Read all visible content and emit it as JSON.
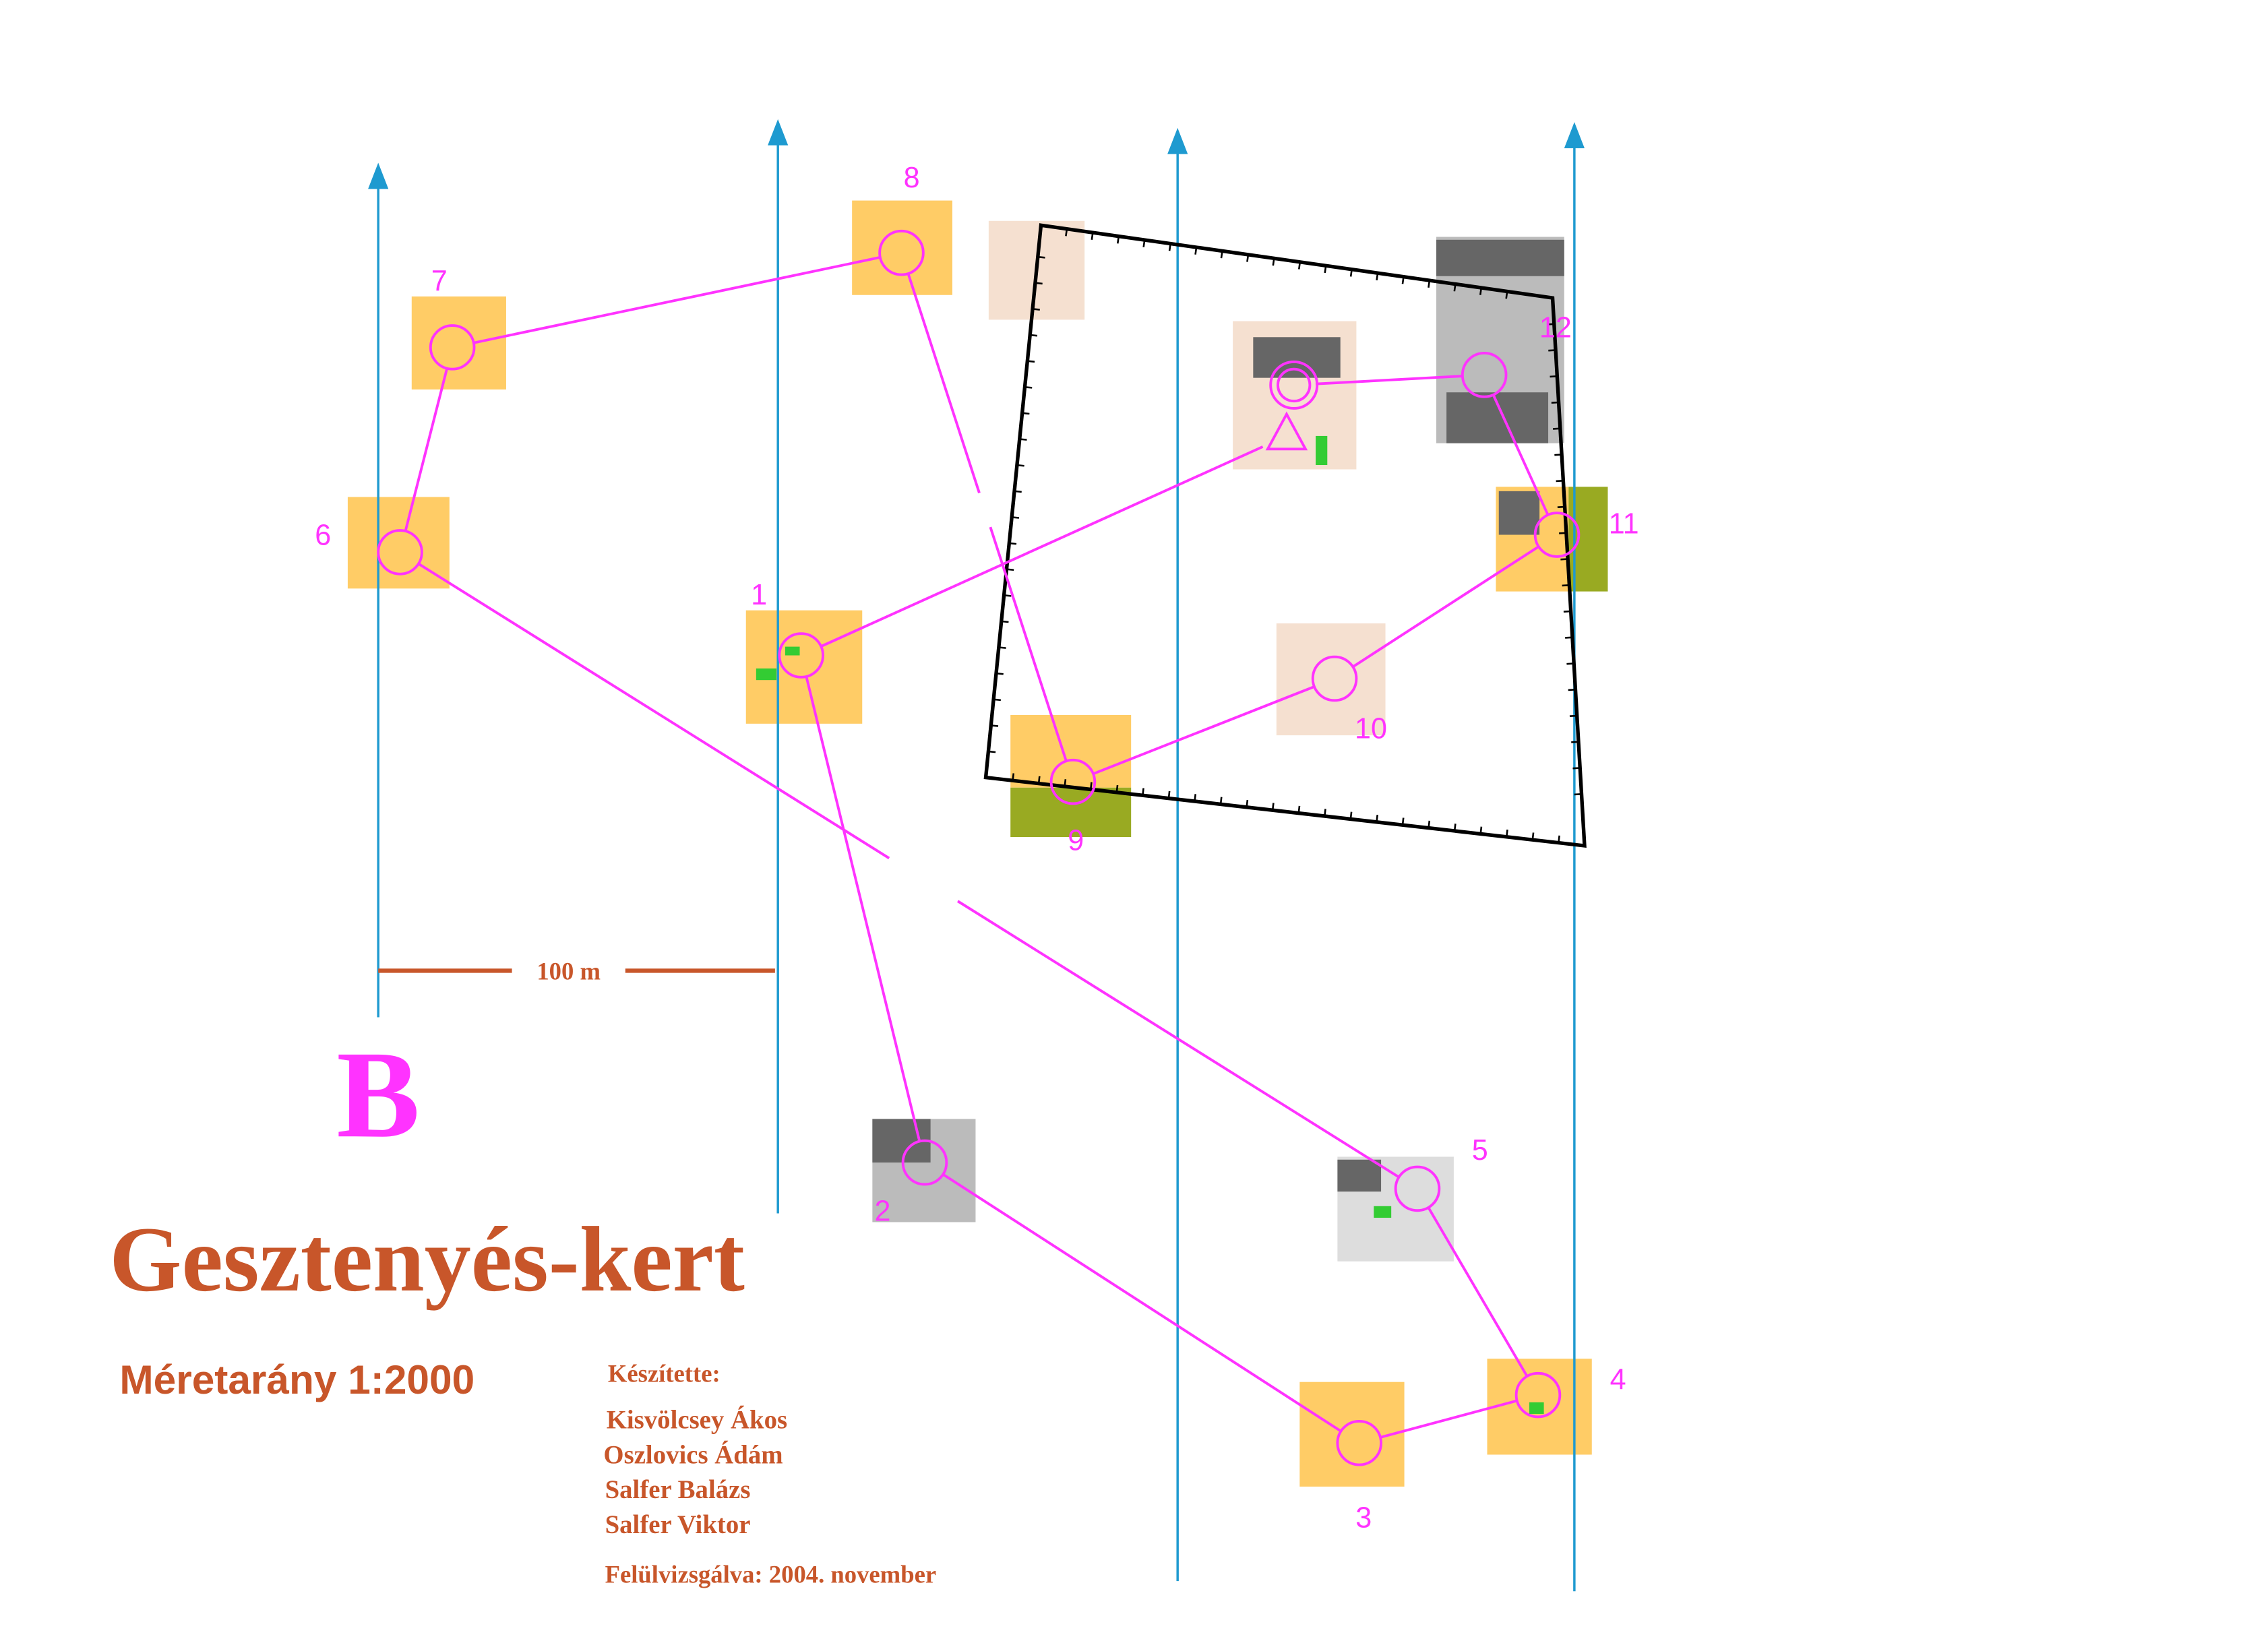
{
  "map": {
    "course_letter": "B",
    "title": "Gesztenyés-kert",
    "scale_text": "Méretarány 1:2000",
    "scale_bar_label": "100 m",
    "credits_heading": "Készítette:",
    "authors": [
      "Kisvölcsey Ákos",
      "Oszlovics Ádám",
      "Salfer Balázs",
      "Salfer Viktor"
    ],
    "revised": "Felülvizsgálva: 2004. november"
  },
  "course": {
    "controls": [
      "1",
      "2",
      "3",
      "4",
      "5",
      "6",
      "7",
      "8",
      "9",
      "10",
      "11",
      "12"
    ]
  },
  "colors": {
    "course": "#ff33ff",
    "text": "#c8562a",
    "north_lines": "#1e9ad0",
    "boundary": "#000000",
    "open_land": "#ffcc66",
    "paved": "#f5e0d0",
    "building": "#666666",
    "olive": "#99aa22",
    "green": "#33cc33"
  }
}
